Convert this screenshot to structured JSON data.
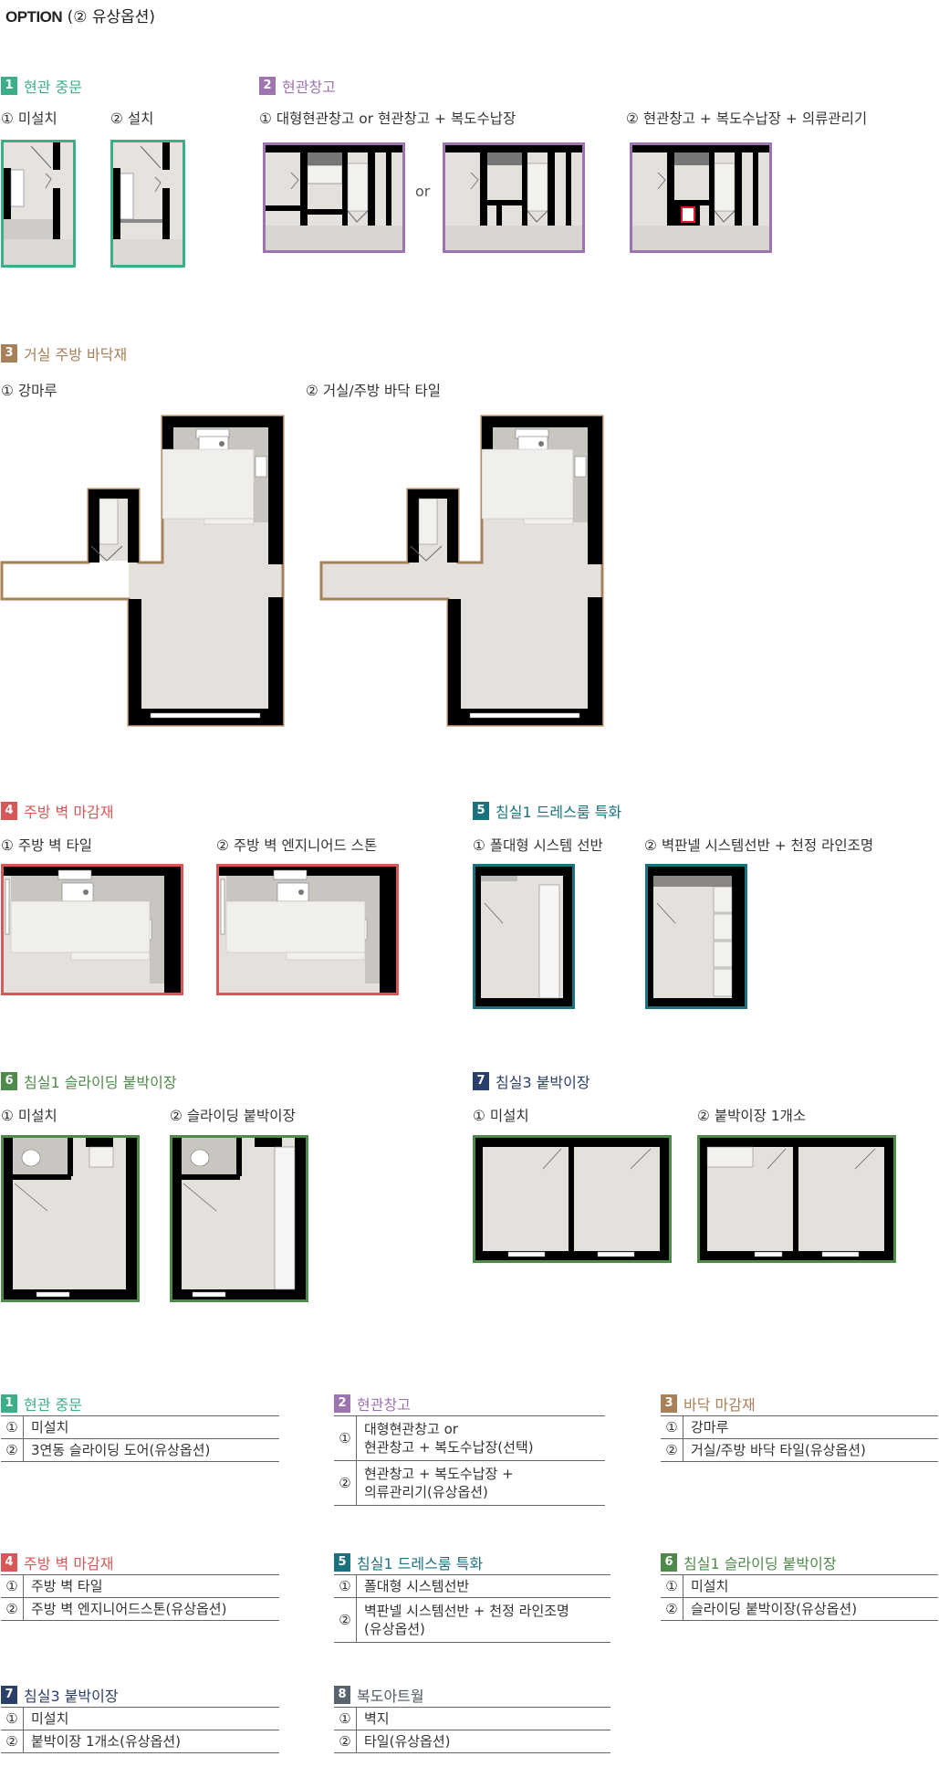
{
  "page_title_prefix": "OPTION",
  "page_title_suffix": "(② 유상옵션)",
  "colors": {
    "s1": "#3daf86",
    "s2": "#9d73b0",
    "s3": "#a7815a",
    "s4": "#d65858",
    "s5": "#1a727e",
    "s6": "#4e8a4a",
    "s7": "#2b3f6b",
    "s8": "#5a646e"
  },
  "sections": {
    "s1": {
      "num": "1",
      "title": "현관 중문",
      "opt1": "① 미설치",
      "opt2": "② 설치"
    },
    "s2": {
      "num": "2",
      "title": "현관창고",
      "opt1": "① 대형현관창고 or 현관창고 + 복도수납장",
      "or": "or",
      "opt2": "② 현관창고 + 복도수납장 + 의류관리기"
    },
    "s3": {
      "num": "3",
      "title": "거실 주방 바닥재",
      "opt1": "① 강마루",
      "opt2": "② 거실/주방 바닥 타일"
    },
    "s4": {
      "num": "4",
      "title": "주방 벽 마감재",
      "opt1": "① 주방 벽 타일",
      "opt2": "② 주방 벽 엔지니어드 스톤"
    },
    "s5": {
      "num": "5",
      "title": "침실1 드레스룸 특화",
      "opt1": "① 폴대형 시스템 선반",
      "opt2": "② 벽판넬 시스템선반 + 천정 라인조명"
    },
    "s6": {
      "num": "6",
      "title": "침실1 슬라이딩 붙박이장",
      "opt1": "① 미설치",
      "opt2": "② 슬라이딩 붙박이장"
    },
    "s7": {
      "num": "7",
      "title": "침실3 붙박이장",
      "opt1": "① 미설치",
      "opt2": "② 붙박이장 1개소"
    }
  },
  "tables": {
    "t1": {
      "num": "1",
      "title": "현관 중문",
      "rows": [
        {
          "n": "①",
          "t": "미설치"
        },
        {
          "n": "②",
          "t": "3연동 슬라이딩 도어(유상옵션)"
        }
      ]
    },
    "t2": {
      "num": "2",
      "title": "현관창고",
      "rows": [
        {
          "n": "①",
          "t1": "대형현관창고 or",
          "t2": "현관창고 + 복도수납장(선택)"
        },
        {
          "n": "②",
          "t1": "현관창고 +  복도수납장 +",
          "t2": "의류관리기(유상옵션)"
        }
      ]
    },
    "t3": {
      "num": "3",
      "title": "바닥 마감재",
      "rows": [
        {
          "n": "①",
          "t": "강마루"
        },
        {
          "n": "②",
          "t": "거실/주방 바닥 타일(유상옵션)"
        }
      ]
    },
    "t4": {
      "num": "4",
      "title": "주방 벽 마감재",
      "rows": [
        {
          "n": "①",
          "t": "주방 벽 타일"
        },
        {
          "n": "②",
          "t": "주방 벽 엔지니어드스톤(유상옵션)"
        }
      ]
    },
    "t5": {
      "num": "5",
      "title": "침실1 드레스룸 특화",
      "rows": [
        {
          "n": "①",
          "t": "폴대형 시스템선반"
        },
        {
          "n": "②",
          "t1": "벽판넬 시스템선반 + 천정 라인조명",
          "t2": "(유상옵션)"
        }
      ]
    },
    "t6": {
      "num": "6",
      "title": "침실1 슬라이딩 붙박이장",
      "rows": [
        {
          "n": "①",
          "t": "미설치"
        },
        {
          "n": "②",
          "t": "슬라이딩 붙박이장(유상옵션)"
        }
      ]
    },
    "t7": {
      "num": "7",
      "title": "침실3 붙박이장",
      "rows": [
        {
          "n": "①",
          "t": "미설치"
        },
        {
          "n": "②",
          "t": "붙박이장 1개소(유상옵션)"
        }
      ]
    },
    "t8": {
      "num": "8",
      "title": "복도아트월",
      "rows": [
        {
          "n": "①",
          "t": "벽지"
        },
        {
          "n": "②",
          "t": "타일(유상옵션)"
        }
      ]
    }
  }
}
